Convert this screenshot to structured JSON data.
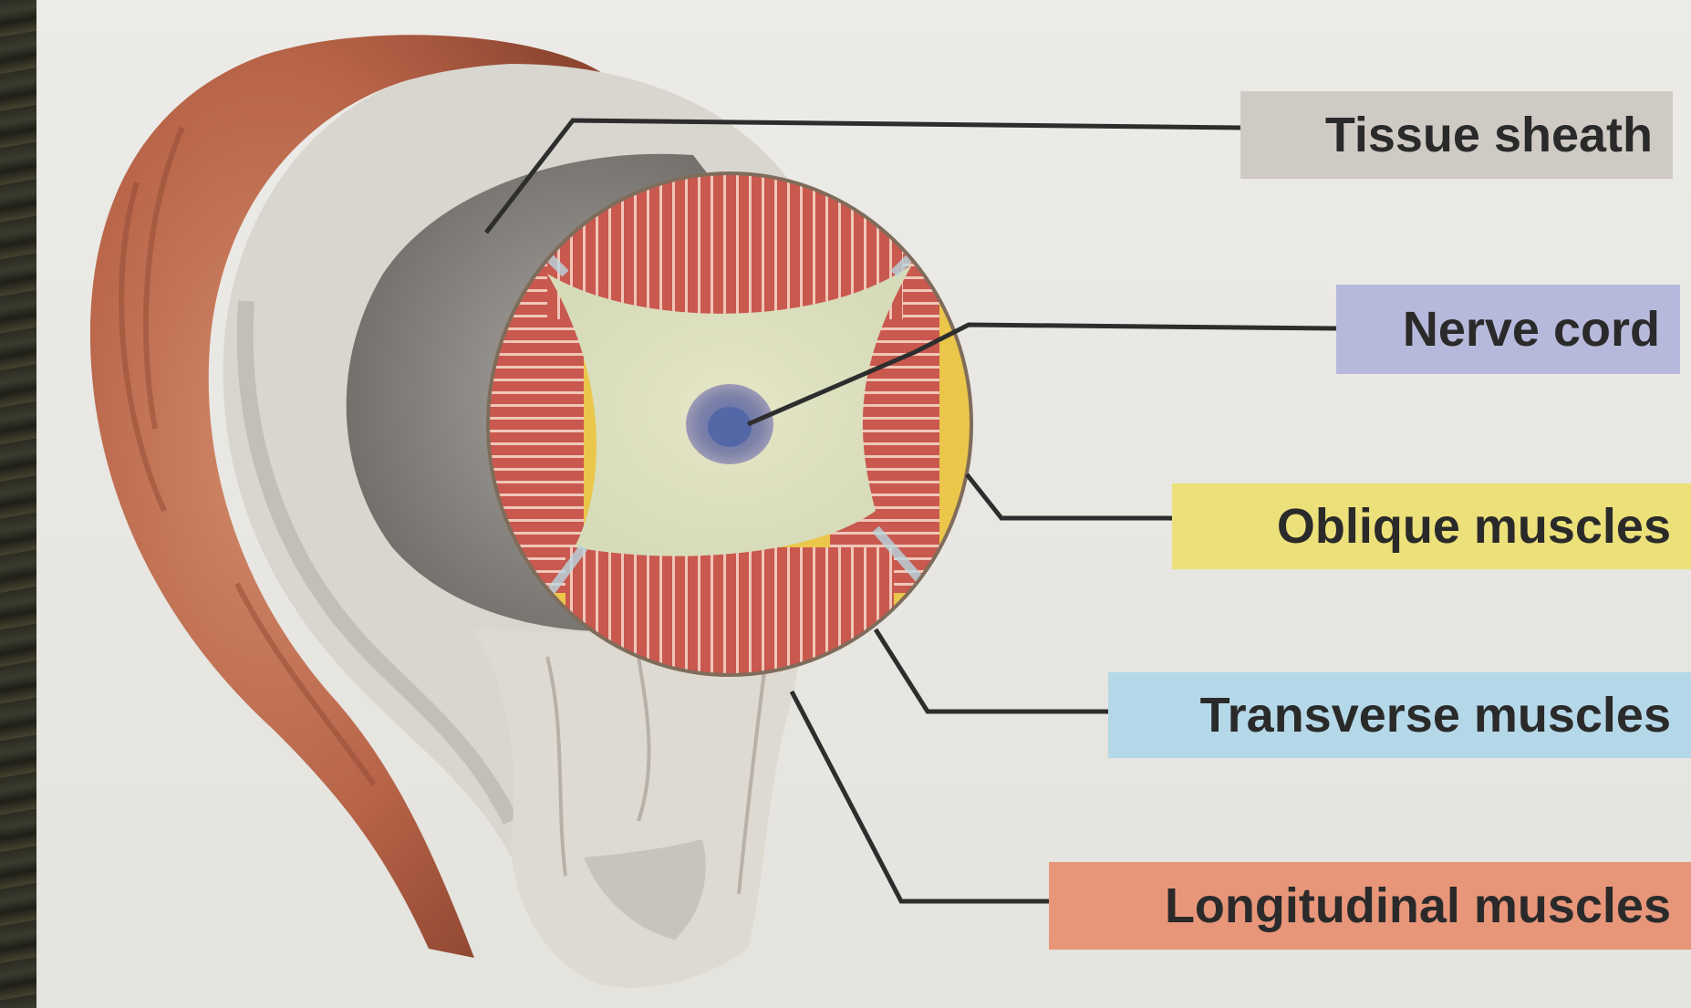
{
  "labels": {
    "tissue_sheath": "Tissue sheath",
    "nerve_cord": "Nerve cord",
    "oblique_muscles": "Oblique muscles",
    "transverse_muscles": "Transverse muscles",
    "longitudinal_muscles": "Longitudinal muscles"
  },
  "colors": {
    "tissue_sheath_box": "#cfcbc4",
    "nerve_cord_box": "#b7b9dc",
    "oblique_muscles_box": "#ece07a",
    "transverse_muscles_box": "#b5d8e8",
    "longitudinal_muscles_box": "#e8967a",
    "muscle_red": "#c8574f",
    "muscle_yellow": "#eac64a",
    "outer_brown": "#b86448"
  }
}
